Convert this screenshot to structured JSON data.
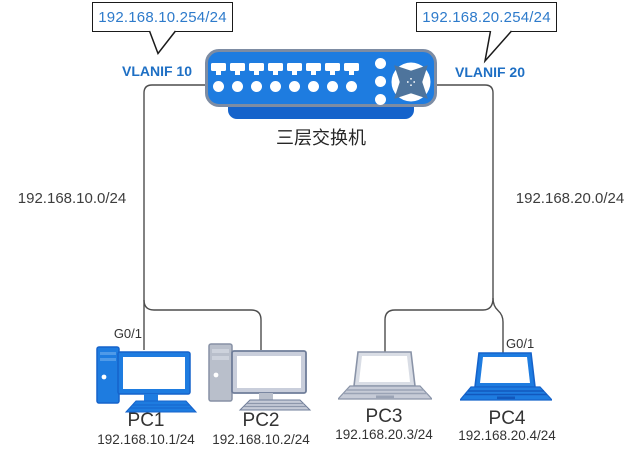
{
  "callouts": {
    "left": {
      "text": "192.168.10.254/24"
    },
    "right": {
      "text": "192.168.20.254/24"
    }
  },
  "switch": {
    "name": "三层交换机",
    "left_interface": {
      "label": "VLANIF 10"
    },
    "right_interface": {
      "label": "VLANIF 20"
    }
  },
  "subnets": {
    "left": {
      "cidr": "192.168.10.0/24"
    },
    "right": {
      "cidr": "192.168.20.0/24"
    }
  },
  "devices": [
    {
      "name": "PC1",
      "ip": "192.168.10.1/24",
      "kind": "desktop",
      "color": "blue",
      "port_label": "G0/1"
    },
    {
      "name": "PC2",
      "ip": "192.168.10.2/24",
      "kind": "desktop",
      "color": "gray"
    },
    {
      "name": "PC3",
      "ip": "192.168.20.3/24",
      "kind": "laptop",
      "color": "gray"
    },
    {
      "name": "PC4",
      "ip": "192.168.20.4/24",
      "kind": "laptop",
      "color": "blue",
      "port_label": "G0/1"
    }
  ],
  "icons": {
    "switch_port": "rj45-port",
    "switch_routing": "crossed-arrows",
    "switch_led": "round-led"
  },
  "colors": {
    "device_blue": "#1e7ce0",
    "switch_stand_blue": "#1563cb",
    "switch_border_gray": "#7d8ca3",
    "accent_text_blue": "#1e6fc4",
    "callout_text_blue": "#2e7bcb",
    "line_gray": "#4d4d4d",
    "device_gray_fill": "#c6cbd7",
    "device_gray_stroke": "#7c8aa0",
    "arrow_slate": "#4e749c"
  }
}
